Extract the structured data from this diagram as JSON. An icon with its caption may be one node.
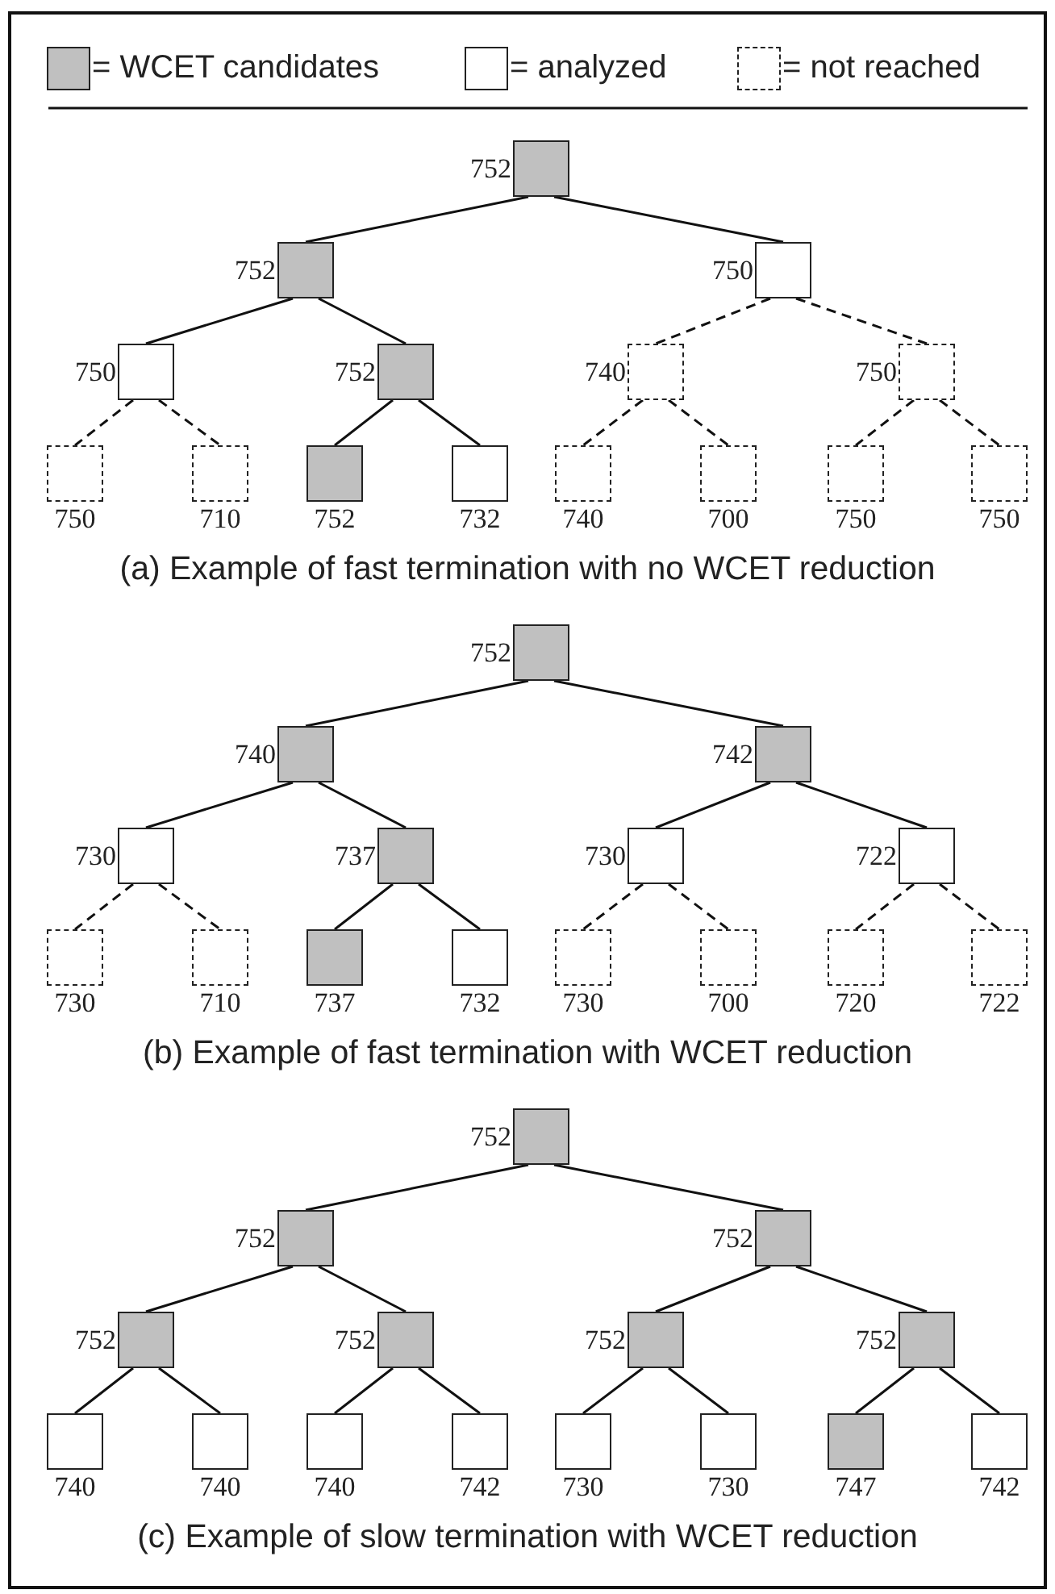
{
  "diagram": {
    "nodes": [
      {
        "text": [],
        "shape": "shaded-box",
        "beside": [
          "752"
        ]
      },
      {
        "text": [],
        "shape": "shaded-box",
        "beside": [
          "752"
        ]
      },
      {
        "text": [],
        "shape": "box",
        "beside": [
          "750"
        ]
      },
      {
        "text": [],
        "shape": "box",
        "beside": [
          "750"
        ]
      },
      {
        "text": [],
        "shape": "shaded-box",
        "beside": [
          "752"
        ]
      },
      {
        "text": [],
        "shape": "dashed-box",
        "beside": [
          "740"
        ]
      },
      {
        "text": [],
        "shape": "dashed-box",
        "beside": [
          "750"
        ]
      },
      {
        "text": [],
        "shape": "dashed-box",
        "beside": [
          "750"
        ]
      },
      {
        "text": [],
        "shape": "dashed-box",
        "beside": [
          "710"
        ]
      },
      {
        "text": [],
        "shape": "shaded-box",
        "beside": [
          "752"
        ]
      },
      {
        "text": [],
        "shape": "box",
        "beside": [
          "732"
        ]
      },
      {
        "text": [],
        "shape": "dashed-box",
        "beside": [
          "740"
        ]
      },
      {
        "text": [],
        "shape": "dashed-box",
        "beside": [
          "700"
        ]
      },
      {
        "text": [],
        "shape": "dashed-box",
        "beside": [
          "750"
        ]
      },
      {
        "text": [],
        "shape": "dashed-box",
        "beside": [
          "750"
        ]
      },
      {
        "text": [],
        "shape": "shaded-box",
        "beside": [
          "752"
        ]
      },
      {
        "text": [],
        "shape": "shaded-box",
        "beside": [
          "740"
        ]
      },
      {
        "text": [],
        "shape": "shaded-box",
        "beside": [
          "742"
        ]
      },
      {
        "text": [],
        "shape": "box",
        "beside": [
          "730"
        ]
      },
      {
        "text": [],
        "shape": "shaded-box",
        "beside": [
          "737"
        ]
      },
      {
        "text": [],
        "shape": "box",
        "beside": [
          "730"
        ]
      },
      {
        "text": [],
        "shape": "box",
        "beside": [
          "722"
        ]
      },
      {
        "text": [],
        "shape": "dashed-box",
        "beside": [
          "730"
        ]
      },
      {
        "text": [],
        "shape": "dashed-box",
        "beside": [
          "710"
        ]
      },
      {
        "text": [],
        "shape": "shaded-box",
        "beside": [
          "737"
        ]
      },
      {
        "text": [],
        "shape": "box",
        "beside": [
          "732"
        ]
      },
      {
        "text": [],
        "shape": "dashed-box",
        "beside": [
          "730"
        ]
      },
      {
        "text": [],
        "shape": "dashed-box",
        "beside": [
          "700"
        ]
      },
      {
        "text": [],
        "shape": "dashed-box",
        "beside": [
          "720"
        ]
      },
      {
        "text": [],
        "shape": "dashed-box",
        "beside": [
          "722"
        ]
      },
      {
        "text": [],
        "shape": "shaded-box",
        "beside": [
          "752"
        ]
      },
      {
        "text": [],
        "shape": "shaded-box",
        "beside": [
          "752"
        ]
      },
      {
        "text": [],
        "shape": "shaded-box",
        "beside": [
          "752"
        ]
      },
      {
        "text": [],
        "shape": "shaded-box",
        "beside": [
          "752"
        ]
      },
      {
        "text": [],
        "shape": "shaded-box",
        "beside": [
          "752"
        ]
      },
      {
        "text": [],
        "shape": "shaded-box",
        "beside": [
          "752"
        ]
      },
      {
        "text": [],
        "shape": "shaded-box",
        "beside": [
          "752"
        ]
      },
      {
        "text": [],
        "shape": "box",
        "beside": [
          "740"
        ]
      },
      {
        "text": [],
        "shape": "box",
        "beside": [
          "740"
        ]
      },
      {
        "text": [],
        "shape": "box",
        "beside": [
          "740"
        ]
      },
      {
        "text": [],
        "shape": "box",
        "beside": [
          "742"
        ]
      },
      {
        "text": [],
        "shape": "box",
        "beside": [
          "730"
        ]
      },
      {
        "text": [],
        "shape": "box",
        "beside": [
          "730"
        ]
      },
      {
        "text": [],
        "shape": "shaded-box",
        "beside": [
          "747"
        ]
      },
      {
        "text": [],
        "shape": "box",
        "beside": [
          "742"
        ]
      }
    ],
    "edges": [
      {
        "from": 0,
        "to": 1,
        "arrow": "none"
      },
      {
        "from": 0,
        "to": 2,
        "arrow": "none"
      },
      {
        "from": 1,
        "to": 3,
        "arrow": "none"
      },
      {
        "from": 1,
        "to": 4,
        "arrow": "none"
      },
      {
        "from": 2,
        "to": 5,
        "arrow": "none",
        "style": "dashed"
      },
      {
        "from": 2,
        "to": 6,
        "arrow": "none",
        "style": "dashed"
      },
      {
        "from": 3,
        "to": 7,
        "arrow": "none",
        "style": "dashed"
      },
      {
        "from": 3,
        "to": 8,
        "arrow": "none",
        "style": "dashed"
      },
      {
        "from": 4,
        "to": 9,
        "arrow": "none"
      },
      {
        "from": 4,
        "to": 10,
        "arrow": "none"
      },
      {
        "from": 5,
        "to": 11,
        "arrow": "none",
        "style": "dashed"
      },
      {
        "from": 5,
        "to": 12,
        "arrow": "none",
        "style": "dashed"
      },
      {
        "from": 6,
        "to": 13,
        "arrow": "none",
        "style": "dashed"
      },
      {
        "from": 6,
        "to": 14,
        "arrow": "none",
        "style": "dashed"
      },
      {
        "from": 15,
        "to": 16,
        "arrow": "none"
      },
      {
        "from": 15,
        "to": 17,
        "arrow": "none"
      },
      {
        "from": 16,
        "to": 18,
        "arrow": "none"
      },
      {
        "from": 16,
        "to": 19,
        "arrow": "none"
      },
      {
        "from": 17,
        "to": 20,
        "arrow": "none"
      },
      {
        "from": 17,
        "to": 21,
        "arrow": "none"
      },
      {
        "from": 18,
        "to": 22,
        "arrow": "none",
        "style": "dashed"
      },
      {
        "from": 18,
        "to": 23,
        "arrow": "none",
        "style": "dashed"
      },
      {
        "from": 19,
        "to": 24,
        "arrow": "none"
      },
      {
        "from": 19,
        "to": 25,
        "arrow": "none"
      },
      {
        "from": 20,
        "to": 26,
        "arrow": "none",
        "style": "dashed"
      },
      {
        "from": 20,
        "to": 27,
        "arrow": "none",
        "style": "dashed"
      },
      {
        "from": 21,
        "to": 28,
        "arrow": "none",
        "style": "dashed"
      },
      {
        "from": 21,
        "to": 29,
        "arrow": "none",
        "style": "dashed"
      },
      {
        "from": 30,
        "to": 31,
        "arrow": "none"
      },
      {
        "from": 30,
        "to": 32,
        "arrow": "none"
      },
      {
        "from": 31,
        "to": 33,
        "arrow": "none"
      },
      {
        "from": 31,
        "to": 34,
        "arrow": "none"
      },
      {
        "from": 32,
        "to": 35,
        "arrow": "none"
      },
      {
        "from": 32,
        "to": 36,
        "arrow": "none"
      },
      {
        "from": 33,
        "to": 37,
        "arrow": "none"
      },
      {
        "from": 33,
        "to": 38,
        "arrow": "none"
      },
      {
        "from": 34,
        "to": 39,
        "arrow": "none"
      },
      {
        "from": 34,
        "to": 40,
        "arrow": "none"
      },
      {
        "from": 35,
        "to": 41,
        "arrow": "none"
      },
      {
        "from": 35,
        "to": 42,
        "arrow": "none"
      },
      {
        "from": 36,
        "to": 43,
        "arrow": "none"
      },
      {
        "from": 36,
        "to": 44,
        "arrow": "none"
      }
    ],
    "labels": [
      "(a) Example of fast termination with no WCET reduction",
      "(b) Example of fast termination with WCET reduction",
      "(c) Example of slow termination with WCET reduction"
    ],
    "legend": [
      {
        "text": "= WCET candidates",
        "color": "#c0c0c0"
      },
      {
        "text": "= analyzed",
        "color": "#ffffff"
      },
      {
        "text": "= not reached"
      }
    ]
  }
}
